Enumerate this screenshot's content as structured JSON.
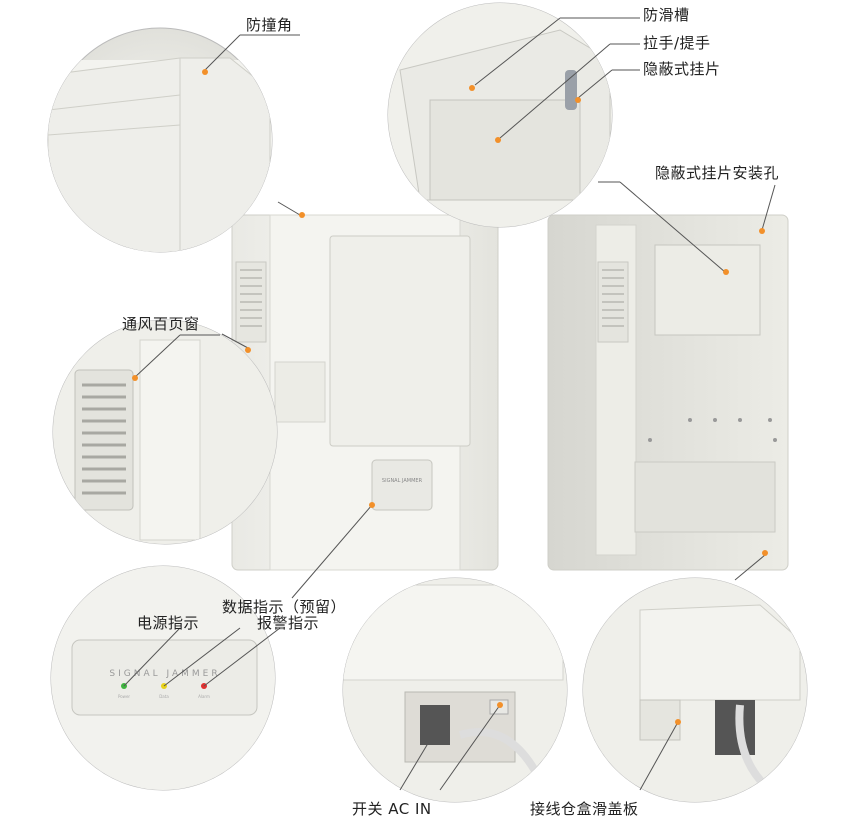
{
  "labels": {
    "anti_collision_corner": "防撞角",
    "anti_slip_groove": "防滑槽",
    "handle": "拉手/提手",
    "hidden_hanger": "隐蔽式挂片",
    "hanger_install_hole": "隐蔽式挂片安装孔",
    "ventilation_louver": "通风百页窗",
    "data_indicator": "数据指示（预留）",
    "power_indicator": "电源指示",
    "alarm_indicator": "报警指示",
    "switch_ac_in": "开关 AC IN",
    "terminal_cover": "接线仓盒滑盖板"
  },
  "panel": {
    "brand_text": "SIGNAL JAMMER",
    "indicator_small_1": "Power",
    "indicator_small_2": "Data",
    "indicator_small_3": "Alarm"
  },
  "colors": {
    "accent_dot": "#f2902a",
    "power_led": "#3fb43f",
    "data_led": "#e8d21a",
    "alarm_led": "#e03030"
  }
}
